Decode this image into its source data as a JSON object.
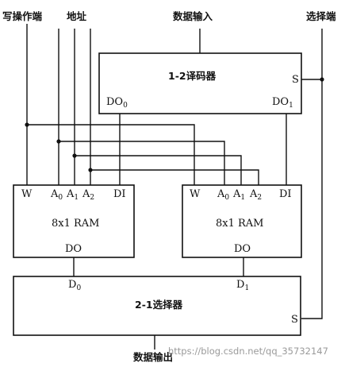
{
  "labels": {
    "write_enable": "写操作端",
    "address": "地址",
    "data_input": "数据输入",
    "select_input": "选择端",
    "data_output": "数据输出"
  },
  "decoder": {
    "title": "1-2译码器",
    "select_pin": "S",
    "out0_base": "DO",
    "out0_sub": "0",
    "out1_base": "DO",
    "out1_sub": "1"
  },
  "ram_left": {
    "title": "8x1 RAM",
    "pin_w": "W",
    "a0_base": "A",
    "a0_sub": "0",
    "a1_base": "A",
    "a1_sub": "1",
    "a2_base": "A",
    "a2_sub": "2",
    "pin_di": "DI",
    "pin_do": "DO"
  },
  "ram_right": {
    "title": "8x1 RAM",
    "pin_w": "W",
    "a0_base": "A",
    "a0_sub": "0",
    "a1_base": "A",
    "a1_sub": "1",
    "a2_base": "A",
    "a2_sub": "2",
    "pin_di": "DI",
    "pin_do": "DO"
  },
  "mux": {
    "title": "2-1选择器",
    "in0_base": "D",
    "in0_sub": "0",
    "in1_base": "D",
    "in1_sub": "1",
    "select_pin": "S"
  },
  "watermark": "https://blog.csdn.net/qq_35732147"
}
